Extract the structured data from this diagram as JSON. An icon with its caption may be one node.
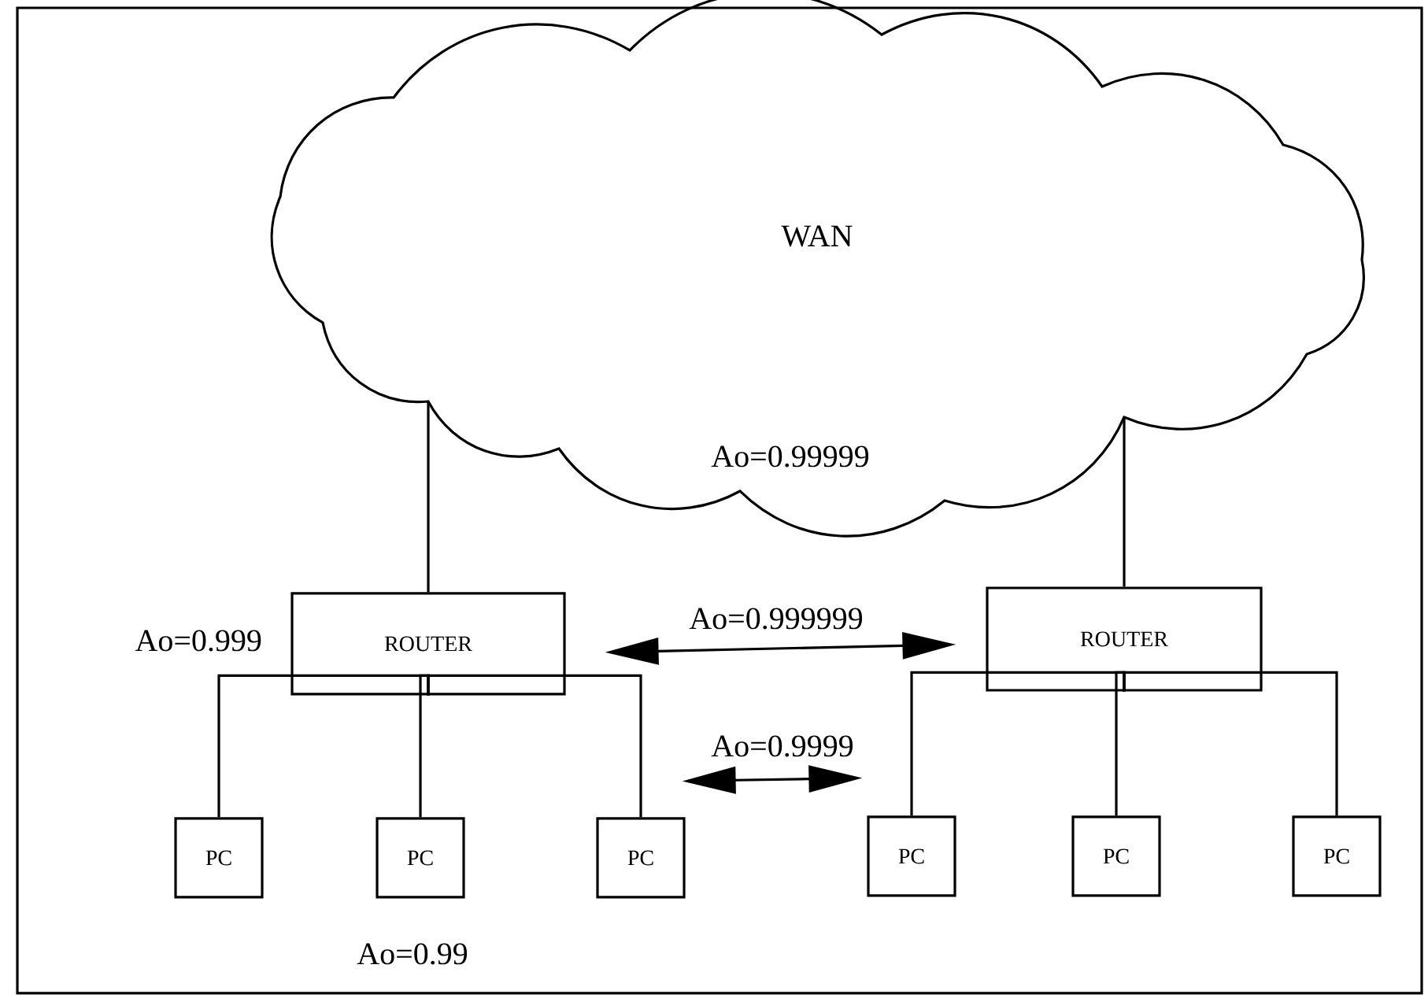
{
  "diagram": {
    "nodes": [
      {
        "text": [
          "WAN",
          "Ao=0.99999"
        ]
      },
      {
        "text": [
          "ROUTER"
        ],
        "beside": [
          "Ao=0.999"
        ]
      },
      {
        "text": [
          "ROUTER"
        ]
      },
      {
        "text": [
          "PC"
        ]
      },
      {
        "text": [
          "PC"
        ],
        "beside": [
          "Ao=0.99"
        ]
      },
      {
        "text": [
          "PC"
        ]
      },
      {
        "text": [
          "PC"
        ]
      },
      {
        "text": [
          "PC"
        ]
      },
      {
        "text": [
          "PC"
        ]
      }
    ],
    "edges": [
      {
        "from": 0,
        "to": 1,
        "arrow": "none"
      },
      {
        "from": 0,
        "to": 2,
        "arrow": "none"
      },
      {
        "from": 1,
        "to": 2,
        "arrow": "both",
        "label": "Ao=0.999999"
      },
      {
        "from": 1,
        "to": 3,
        "arrow": "none"
      },
      {
        "from": 1,
        "to": 4,
        "arrow": "none"
      },
      {
        "from": 1,
        "to": 5,
        "arrow": "none"
      },
      {
        "from": 5,
        "to": 6,
        "arrow": "both",
        "label": "Ao=0.9999"
      },
      {
        "from": 2,
        "to": 6,
        "arrow": "none"
      },
      {
        "from": 2,
        "to": 7,
        "arrow": "none"
      },
      {
        "from": 2,
        "to": 8,
        "arrow": "none"
      }
    ]
  }
}
